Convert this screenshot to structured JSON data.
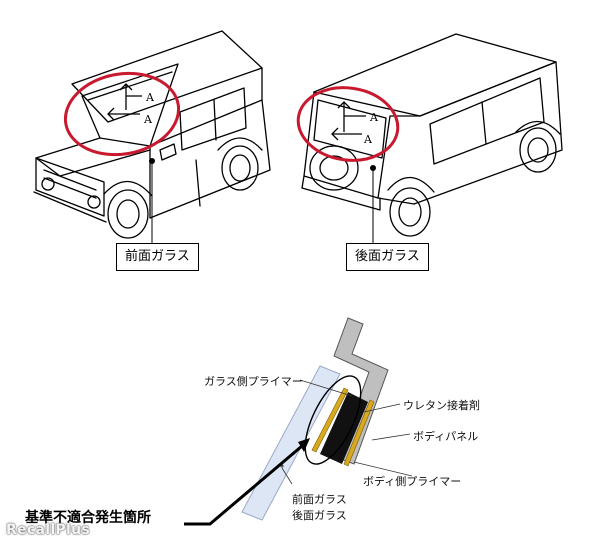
{
  "top": {
    "front_glass_label": "前面ガラス",
    "rear_glass_label": "後面ガラス",
    "view_marker": "A"
  },
  "detail": {
    "glass_primer": "ガラス側プライマー",
    "urethane_adhesive": "ウレタン接着剤",
    "body_panel": "ボディパネル",
    "body_primer": "ボディ側プライマー",
    "front_glass": "前面ガラス",
    "rear_glass": "後面ガラス",
    "defect_location": "基準不適合発生箇所"
  },
  "watermark": "RecallPlus",
  "colors": {
    "highlight_ellipse": "#c8192e",
    "glass_fill": "#dde6f5",
    "glass_stroke": "#9aa9c8",
    "primer": "#d9a81e",
    "adhesive": "#111111",
    "body_panel": "#bfbfbf"
  }
}
